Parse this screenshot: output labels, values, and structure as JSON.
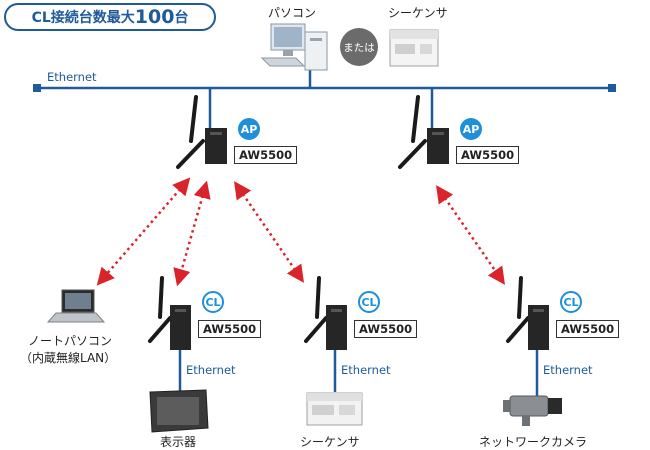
{
  "title": {
    "prefix": "CL接続台数最大",
    "number": "100",
    "suffix": "台"
  },
  "top": {
    "pc_label": "パソコン",
    "or_label": "または",
    "sequencer_label": "シーケンサ"
  },
  "network": {
    "backbone_label": "Ethernet"
  },
  "access_points": [
    {
      "role": "AP",
      "model": "AW5500"
    },
    {
      "role": "AP",
      "model": "AW5500"
    }
  ],
  "clients": [
    {
      "role": "CL",
      "model": "AW5500",
      "link_label": "Ethernet",
      "device_label": "表示器"
    },
    {
      "role": "CL",
      "model": "AW5500",
      "link_label": "Ethernet",
      "device_label": "シーケンサ"
    },
    {
      "role": "CL",
      "model": "AW5500",
      "link_label": "Ethernet",
      "device_label": "ネットワークカメラ"
    }
  ],
  "laptop": {
    "label_line1": "ノートパソコン",
    "label_line2": "（内蔵無線LAN）"
  },
  "colors": {
    "network_blue": "#1f5a9a",
    "badge_blue": "#1e8fd8",
    "wireless_red": "#d9242b"
  }
}
